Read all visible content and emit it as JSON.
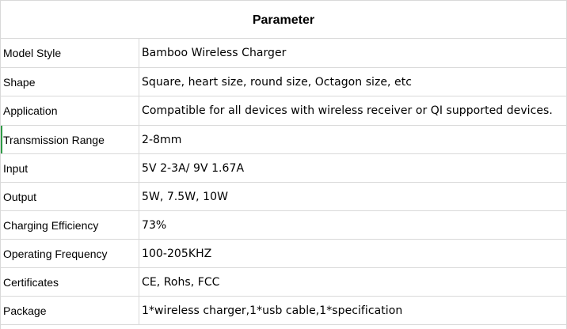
{
  "table": {
    "title": "Parameter",
    "rows": [
      {
        "label": "Model Style",
        "value": "Bamboo Wireless Charger"
      },
      {
        "label": "Shape",
        "value": "Square, heart size, round size, Octagon size, etc"
      },
      {
        "label": "Application",
        "value": "Compatible for all devices with wireless receiver or QI supported devices."
      },
      {
        "label": "Transmission Range",
        "value": "2-8mm"
      },
      {
        "label": "Input",
        "value": "5V 2-3A/ 9V 1.67A"
      },
      {
        "label": "Output",
        "value": "5W, 7.5W, 10W"
      },
      {
        "label": "Charging Efficiency",
        "value": "73%"
      },
      {
        "label": "Operating Frequency",
        "value": "100-205KHZ"
      },
      {
        "label": "Certificates",
        "value": "CE, Rohs, FCC"
      },
      {
        "label": "Package",
        "value": "1*wireless charger,1*usb cable,1*specification"
      }
    ]
  },
  "colors": {
    "grid": "#d9d9d9",
    "active_cell_marker": "#2e9a45"
  }
}
